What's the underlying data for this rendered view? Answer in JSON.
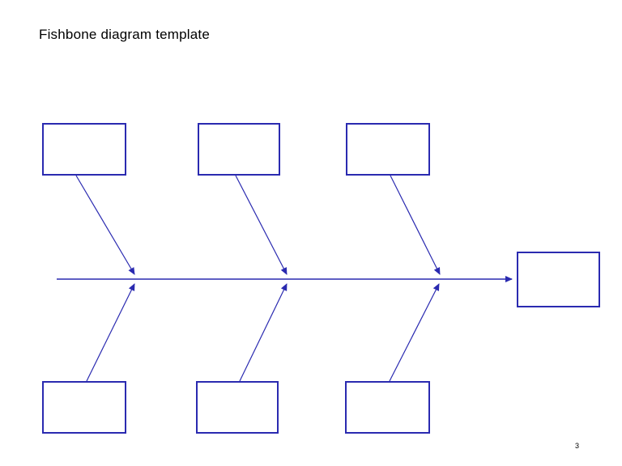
{
  "page": {
    "title": "Fishbone diagram template",
    "page_number": "3"
  },
  "diagram": {
    "type": "fishbone",
    "line_color": "#2a2ab0",
    "box_border_color": "#2a2ab0",
    "box_fill_color": "#ffffff",
    "top_cause_boxes": [
      "",
      "",
      ""
    ],
    "bottom_cause_boxes": [
      "",
      "",
      ""
    ],
    "effect_box": ""
  }
}
